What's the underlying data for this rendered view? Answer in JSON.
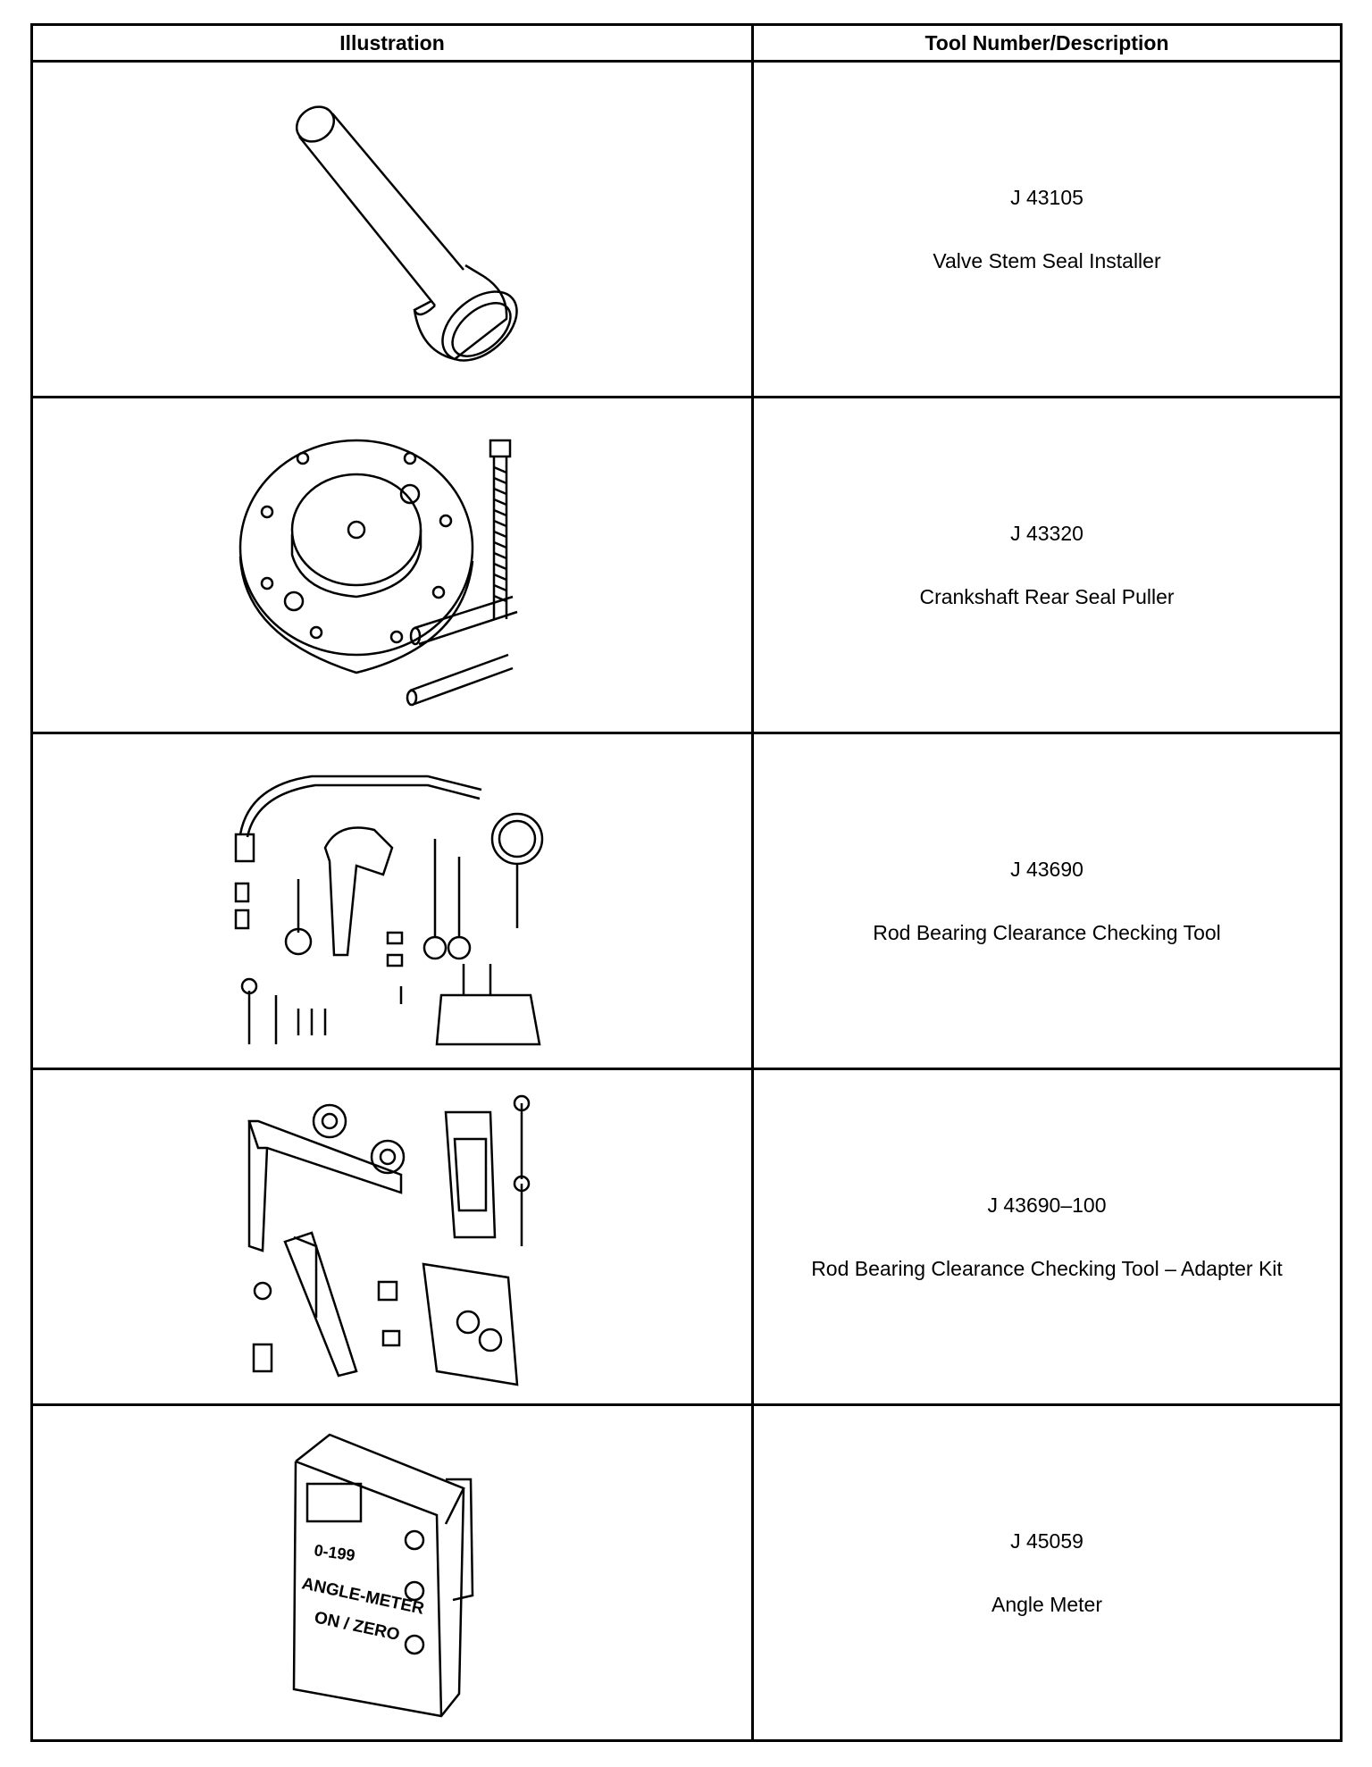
{
  "table": {
    "headers": [
      "Illustration",
      "Tool Number/Description"
    ],
    "rows": [
      {
        "tool_number": "J 43105",
        "description": "Valve Stem Seal Installer",
        "illustration_icon": "valve-stem-seal-installer-icon"
      },
      {
        "tool_number": "J 43320",
        "description": "Crankshaft Rear Seal Puller",
        "illustration_icon": "crankshaft-rear-seal-puller-icon"
      },
      {
        "tool_number": "J 43690",
        "description": "Rod Bearing Clearance Checking Tool",
        "illustration_icon": "rod-bearing-clearance-tool-icon"
      },
      {
        "tool_number": "J 43690–100",
        "description": "Rod Bearing Clearance Checking Tool – Adapter Kit",
        "illustration_icon": "adapter-kit-icon"
      },
      {
        "tool_number": "J 45059",
        "description": "Angle Meter",
        "illustration_icon": "angle-meter-icon",
        "device_labels": {
          "range": "0-199",
          "name": "ANGLE-METER",
          "button": "ON / ZERO"
        }
      }
    ]
  },
  "colors": {
    "line": "#000000",
    "background": "#ffffff"
  }
}
